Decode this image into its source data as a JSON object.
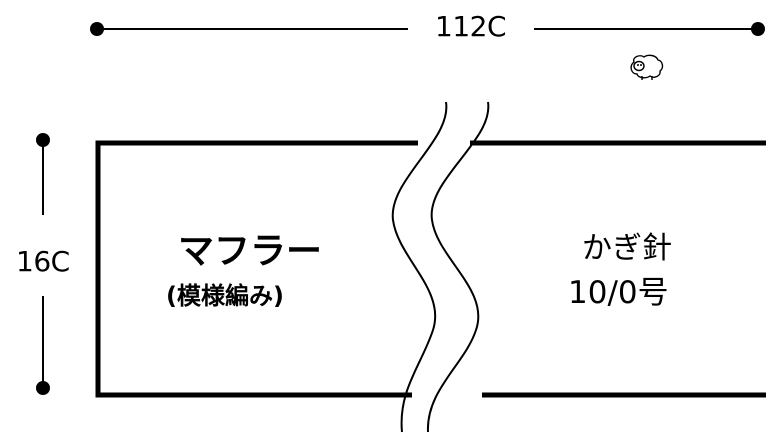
{
  "dimensions": {
    "width_label": "112C",
    "height_label": "16C"
  },
  "item": {
    "name": "マフラー",
    "pattern": "(模様編み)"
  },
  "hook": {
    "line1": "かぎ針",
    "line2": "10/0号"
  },
  "icons": {
    "mascot": "sheep-icon",
    "break": "wavy-break-line"
  },
  "colors": {
    "line": "#000000",
    "background": "#ffffff"
  }
}
